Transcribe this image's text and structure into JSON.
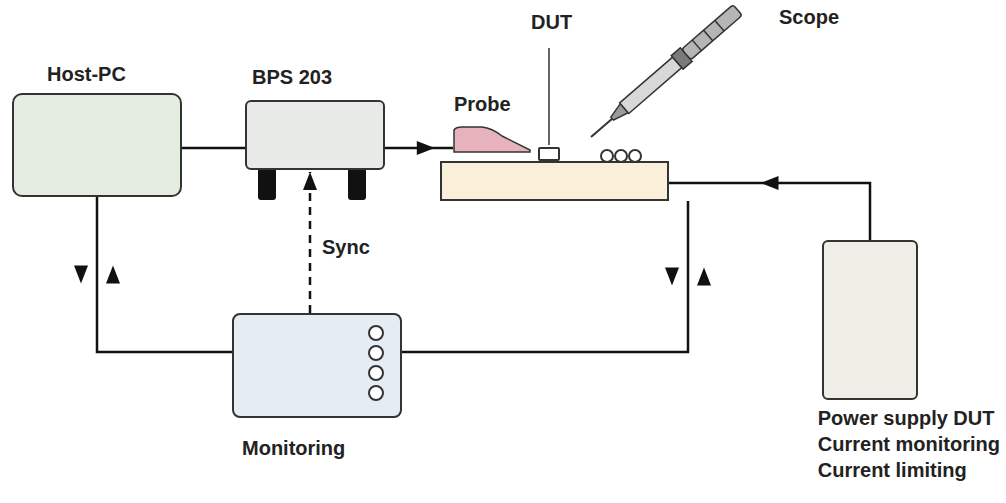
{
  "diagram": {
    "nodes": [
      {
        "text": [
          "Host-PC"
        ]
      },
      {
        "text": [
          "BPS 203"
        ]
      },
      {
        "text": [
          "Probe"
        ]
      },
      {
        "text": [
          "DUT"
        ]
      },
      {
        "text": [
          "Monitoring"
        ]
      },
      {
        "text": [
          "Power supply DUT",
          "Current monitoring",
          "Current limiting"
        ]
      }
    ],
    "edges": [
      {
        "from": 0,
        "to": 1,
        "arrow": "none"
      },
      {
        "from": 1,
        "to": 2,
        "arrow": "to"
      },
      {
        "from": 4,
        "to": 1,
        "label": "Sync",
        "arrow": "to"
      },
      {
        "from": 0,
        "to": 4,
        "arrow": "both"
      },
      {
        "from": 4,
        "to": 3,
        "arrow": "both"
      },
      {
        "from": 5,
        "to": 3,
        "arrow": "to"
      }
    ],
    "labels": [
      "Scope"
    ]
  }
}
